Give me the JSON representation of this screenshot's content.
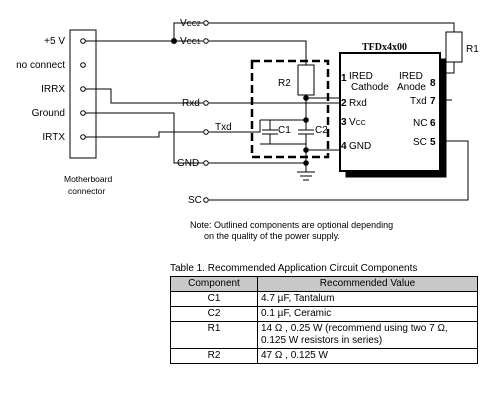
{
  "connector": {
    "pins": [
      "+5 V",
      "no connect",
      "IRRX",
      "Ground",
      "IRTX"
    ],
    "caption_line1": "Motherboard",
    "caption_line2": "connector"
  },
  "signals": {
    "vcc2": "V",
    "vcc2_sub": "CC2",
    "vcc1": "V",
    "vcc1_sub": "CC1",
    "rxd": "Rxd",
    "txd": "Txd",
    "gnd": "GND",
    "sc": "SC"
  },
  "components": {
    "r1": "R1",
    "r2": "R2",
    "c1": "C1",
    "c2": "C2"
  },
  "chip": {
    "title": "TFDx4x00",
    "left_pins": [
      {
        "num": "1",
        "line1": "IRED",
        "line2": "Cathode"
      },
      {
        "num": "2",
        "line1": "Rxd"
      },
      {
        "num": "3",
        "line1": "V",
        "sub": "CC"
      },
      {
        "num": "4",
        "line1": "GND"
      }
    ],
    "right_pins": [
      {
        "num": "8",
        "line1": "IRED",
        "line2": "Anode"
      },
      {
        "num": "7",
        "line1": "Txd"
      },
      {
        "num": "6",
        "line1": "NC"
      },
      {
        "num": "5",
        "line1": "SC"
      }
    ]
  },
  "note": {
    "line1": "Note: Outlined components are optional depending",
    "line2": "on the quality of the power supply."
  },
  "table": {
    "caption": "Table 1. Recommended Application Circuit Components",
    "headers": [
      "Component",
      "Recommended Value"
    ],
    "rows": [
      {
        "component": "C1",
        "value": "4.7 µF, Tantalum"
      },
      {
        "component": "C2",
        "value": "0.1 µF, Ceramic"
      },
      {
        "component": "R1",
        "value": "14 Ω , 0.25 W (recommend using two 7 Ω, 0.125 W resistors in series)"
      },
      {
        "component": "R2",
        "value": "47 Ω , 0.125 W"
      }
    ]
  }
}
